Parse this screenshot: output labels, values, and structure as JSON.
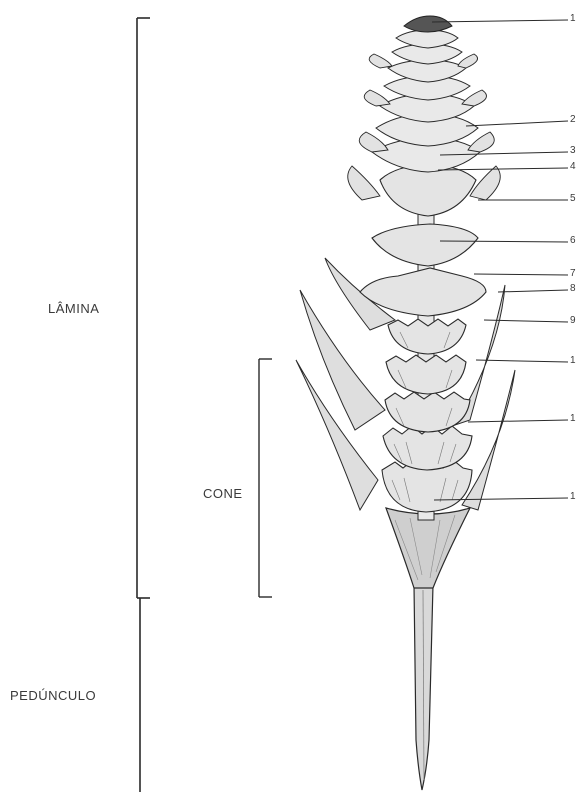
{
  "labels": {
    "lamina": "LÂMINA",
    "pedunculo": "PEDÚNCULO",
    "cone": "CONE"
  },
  "callouts": [
    "1",
    "2",
    "3",
    "4",
    "5",
    "6",
    "7",
    "8",
    "9",
    "1",
    "1",
    "1"
  ]
}
